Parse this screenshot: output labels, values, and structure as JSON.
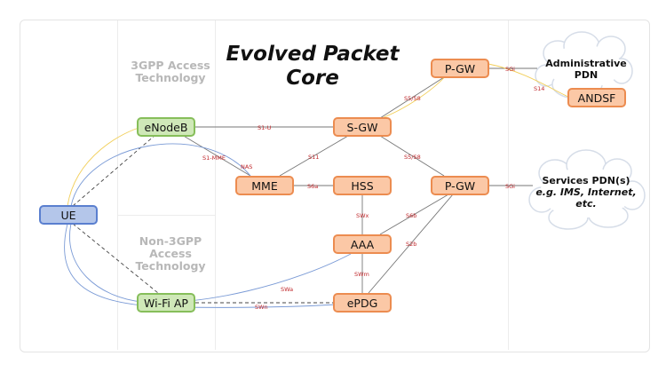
{
  "title": "Evolved Packet Core",
  "regions": {
    "access_3gpp": "3GPP Access Technology",
    "access_non3gpp": "Non-3GPP Access Technology"
  },
  "nodes": {
    "ue": "UE",
    "enodeb": "eNodeB",
    "wifi_ap": "Wi-Fi AP",
    "sgw": "S-GW",
    "mme": "MME",
    "hss": "HSS",
    "aaa": "AAA",
    "epdg": "ePDG",
    "pgw_top": "P-GW",
    "pgw_mid": "P-GW",
    "andsf": "ANDSF"
  },
  "clouds": {
    "admin_line1": "Administrative",
    "admin_line2": "PDN",
    "services_line1": "Services PDN(s)",
    "services_line2": "e.g. IMS, Internet,",
    "services_line3": "etc."
  },
  "interfaces": {
    "s1u": "S1-U",
    "s1mme": "S1-MME",
    "nas": "NAS",
    "s11": "S11",
    "s6a": "S6a",
    "s5s8_top": "S5/S8",
    "s5s8_mid": "S5/S8",
    "sgi_top": "SGi",
    "sgi_mid": "SGi",
    "s14": "S14",
    "swx": "SWx",
    "s6b": "S6b",
    "s2b": "S2b",
    "swm": "SWm",
    "swa": "SWa",
    "swn": "SWn"
  },
  "colors": {
    "node_fill": "#fbc8a6",
    "node_border": "#ec8c50",
    "access_fill": "#cfe8b8",
    "ue_fill": "#b4c6ea",
    "interface_label": "#c0282c",
    "blue_link": "#7b9bd6",
    "yellow_link": "#f2cf5a"
  }
}
